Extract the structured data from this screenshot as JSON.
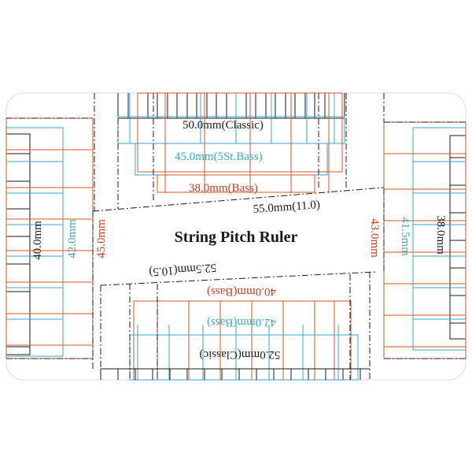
{
  "ruler": {
    "title": "String Pitch Ruler",
    "colors": {
      "black": "#1a1a1a",
      "orange": "#d9532a",
      "red": "#c83a1f",
      "blue": "#3aa6cc",
      "card": "#ffffff",
      "border": "#d8d8d8"
    },
    "labels": {
      "top_classic": "50.0mm(Classic)",
      "top_5st_bass": "45.0mm(5St.Bass)",
      "top_bass": "38.0mm(Bass)",
      "diag_upper": "55.0mm(11.0)",
      "diag_lower": "52.5mm(10.5)",
      "bottom_bass_40": "40.0mm(Bass)",
      "bottom_bass_42": "42.0mm(Bass)",
      "bottom_classic": "52.0mm(Classic)",
      "left_40": "40.0mm",
      "left_42": "42.0mm",
      "left_45": "45.0mm",
      "right_43": "43.0mm",
      "right_415": "41.5mm",
      "right_38": "38.0mm"
    }
  }
}
